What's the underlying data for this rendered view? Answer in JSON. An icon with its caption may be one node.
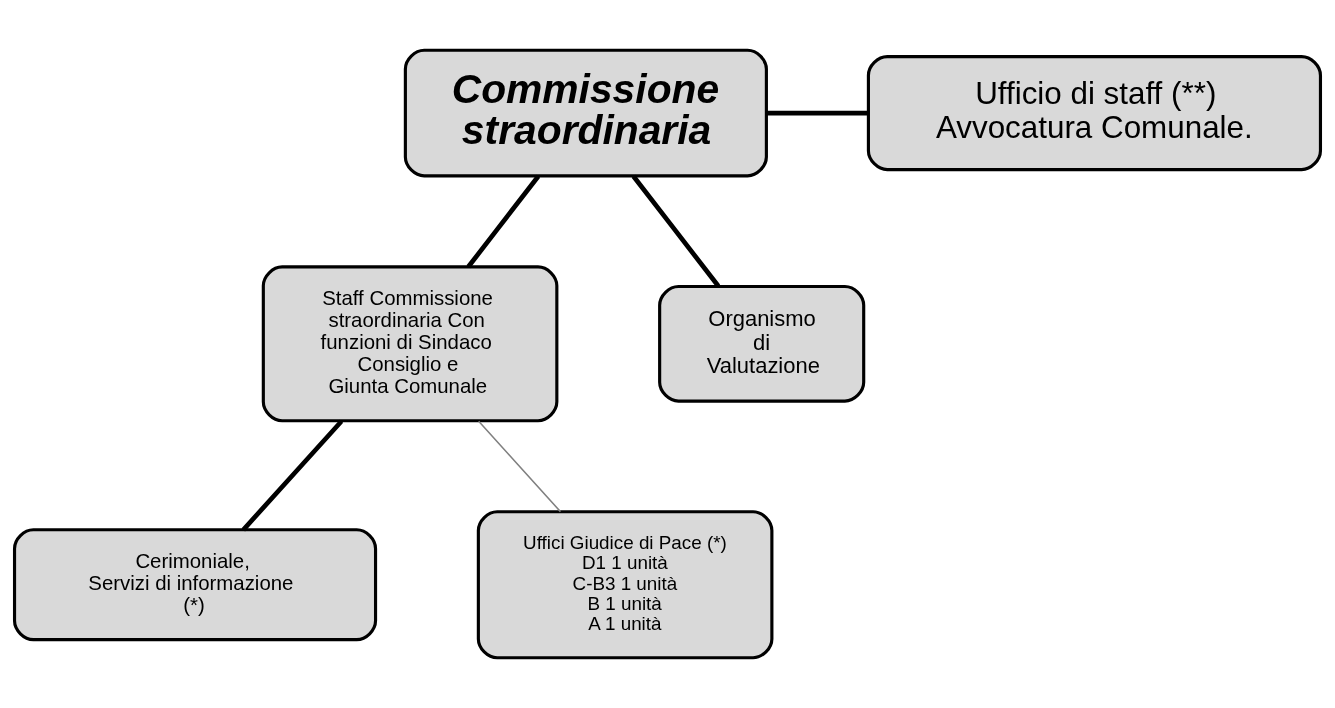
{
  "diagram": {
    "nodes": [
      {
        "text": [
          "Commissione straordinaria"
        ]
      },
      {
        "text": [
          "Ufficio di staff (**) Avvocatura Comunale."
        ]
      },
      {
        "text": [
          "Staff Commissione straordinaria Con funzioni di Sindaco Consiglio e Giunta Comunale"
        ]
      },
      {
        "text": [
          "Organismo di Valutazione"
        ]
      },
      {
        "text": [
          "Uffici Giudice di Pace (*)",
          "D1 1 unità",
          "C-B3 1 unità",
          "B 1 unità",
          "A 1 unità"
        ]
      },
      {
        "text": [
          "Cerimoniale, Servizi di informazione (*)"
        ]
      }
    ],
    "edges": [
      {
        "from": 0,
        "to": 1,
        "arrow": "none"
      },
      {
        "from": 0,
        "to": 2,
        "arrow": "none"
      },
      {
        "from": 0,
        "to": 3,
        "arrow": "none"
      },
      {
        "from": 2,
        "to": 5,
        "arrow": "none"
      },
      {
        "from": 2,
        "to": 4,
        "arrow": "none",
        "color": "#808080"
      }
    ]
  }
}
